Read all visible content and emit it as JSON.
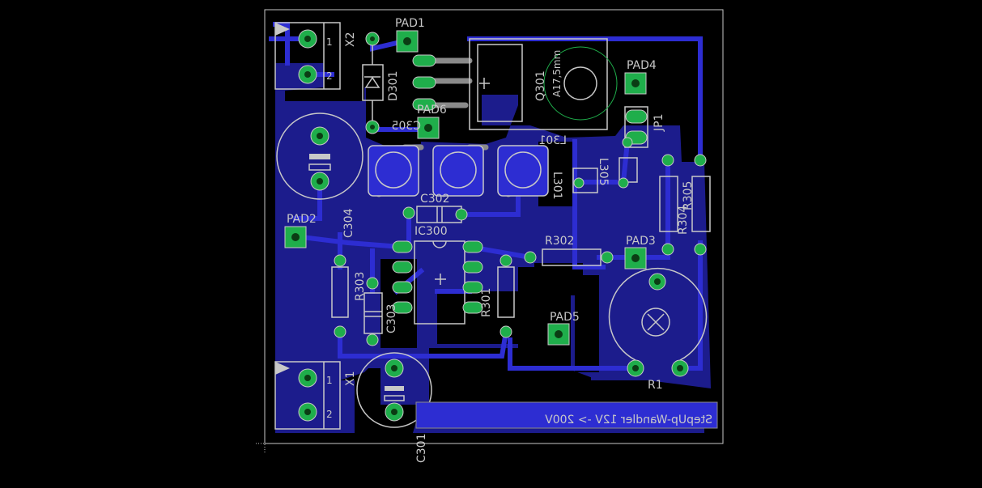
{
  "board_text": "StepUp-Wandler 12V -> 200V",
  "labels": {
    "pad1": "PAD1",
    "pad2": "PAD2",
    "pad3": "PAD3",
    "pad4": "PAD4",
    "pad5": "PAD5",
    "pad6": "PAD6",
    "x1": "X1",
    "x2": "X2",
    "d301": "D301",
    "q301": "Q301",
    "heatsink": "A17,5mm",
    "jp1": "JP1",
    "c301": "C301",
    "c302": "C302",
    "c303": "C303",
    "c304": "C304",
    "c305": "C305",
    "ic300": "IC300",
    "r1": "R1",
    "r301": "R301",
    "r302": "R302",
    "r303": "R303",
    "r304": "R304",
    "r305": "R305",
    "l301": "L301",
    "l301b": "L301",
    "l305": "L305",
    "pin1": "1",
    "pin2": "2",
    "pin1b": "1",
    "pin2b": "2"
  },
  "colors": {
    "board_fill": "#1c1c8c",
    "trace": "#2d2dd2",
    "pad": "#1fae4b",
    "silk": "#c8c8c8",
    "background": "#000000"
  }
}
